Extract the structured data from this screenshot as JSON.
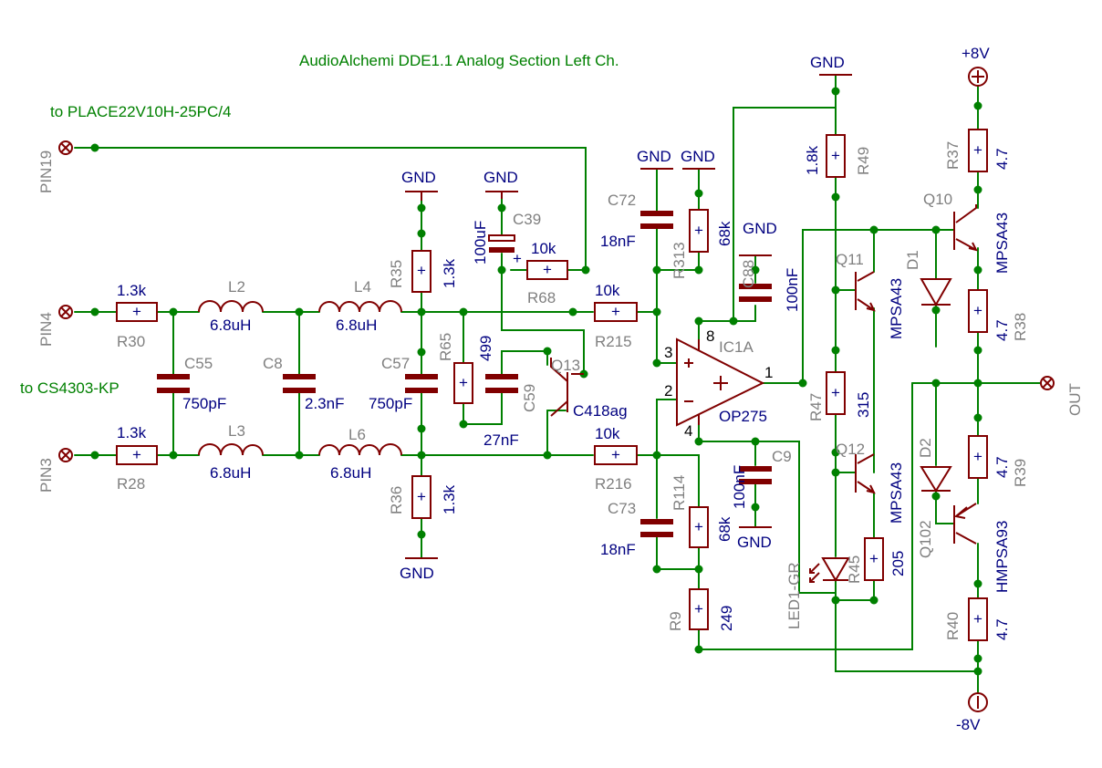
{
  "title": "AudioAlchemi DDE1.1 Analog Section Left Ch.",
  "notes": {
    "to_place": "to PLACE22V10H-25PC/4",
    "to_cs": "to CS4303-KP"
  },
  "pins": {
    "pin19": "PIN19",
    "pin4": "PIN4",
    "pin3": "PIN3",
    "out": "OUT"
  },
  "supplies": {
    "gnd": "GND",
    "pos": "+8V",
    "neg": "-8V"
  },
  "resistors": {
    "R30": {
      "name": "R30",
      "value": "1.3k"
    },
    "R28": {
      "name": "R28",
      "value": "1.3k"
    },
    "R35": {
      "name": "R35",
      "value": "1.3k"
    },
    "R36": {
      "name": "R36",
      "value": "1.3k"
    },
    "R65": {
      "name": "R65",
      "value": "499"
    },
    "R68": {
      "name": "R68",
      "value": "10k"
    },
    "R215": {
      "name": "R215",
      "value": "10k"
    },
    "R216": {
      "name": "R216",
      "value": "10k"
    },
    "R313": {
      "name": "R313",
      "value": "68k"
    },
    "R114": {
      "name": "R114",
      "value": "68k"
    },
    "R9": {
      "name": "R9",
      "value": "249"
    },
    "R49": {
      "name": "R49",
      "value": "1.8k"
    },
    "R47": {
      "name": "R47",
      "value": "315"
    },
    "R45": {
      "name": "R45",
      "value": "205"
    },
    "R37": {
      "name": "R37",
      "value": "4.7"
    },
    "R38": {
      "name": "R38",
      "value": "4.7"
    },
    "R39": {
      "name": "R39",
      "value": "4.7"
    },
    "R40": {
      "name": "R40",
      "value": "4.7"
    }
  },
  "inductors": {
    "L2": {
      "name": "L2",
      "value": "6.8uH"
    },
    "L3": {
      "name": "L3",
      "value": "6.8uH"
    },
    "L4": {
      "name": "L4",
      "value": "6.8uH"
    },
    "L6": {
      "name": "L6",
      "value": "6.8uH"
    }
  },
  "capacitors": {
    "C55": {
      "name": "C55",
      "value": "750pF"
    },
    "C8": {
      "name": "C8",
      "value": "2.3nF"
    },
    "C57": {
      "name": "C57",
      "value": "750pF"
    },
    "C59": {
      "name": "C59",
      "value": "27nF"
    },
    "C39": {
      "name": "C39",
      "value": "100uF"
    },
    "C72": {
      "name": "C72",
      "value": "18nF"
    },
    "C73": {
      "name": "C73",
      "value": "18nF"
    },
    "C88": {
      "name": "C88",
      "value": "100nF"
    },
    "C9": {
      "name": "C9",
      "value": "100nF"
    }
  },
  "transistors": {
    "Q13": {
      "name": "Q13",
      "value": "C418ag"
    },
    "Q10": {
      "name": "Q10",
      "value": "MPSA43"
    },
    "Q11": {
      "name": "Q11",
      "value": "MPSA43"
    },
    "Q12": {
      "name": "Q12",
      "value": "MPSA43"
    },
    "Q102": {
      "name": "Q102",
      "value": "HMPSA93"
    }
  },
  "diodes": {
    "D1": "D1",
    "D2": "D2",
    "LED": "LED1-GR"
  },
  "opamp": {
    "name": "IC1A",
    "value": "OP275",
    "pin1": "1",
    "pin2": "2",
    "pin3": "3",
    "pin4": "4",
    "pin8": "8",
    "plus": "+",
    "minus": "−"
  },
  "colors": {
    "wire": "#008000",
    "component": "#800000",
    "name": "#808080",
    "value": "#000080"
  }
}
